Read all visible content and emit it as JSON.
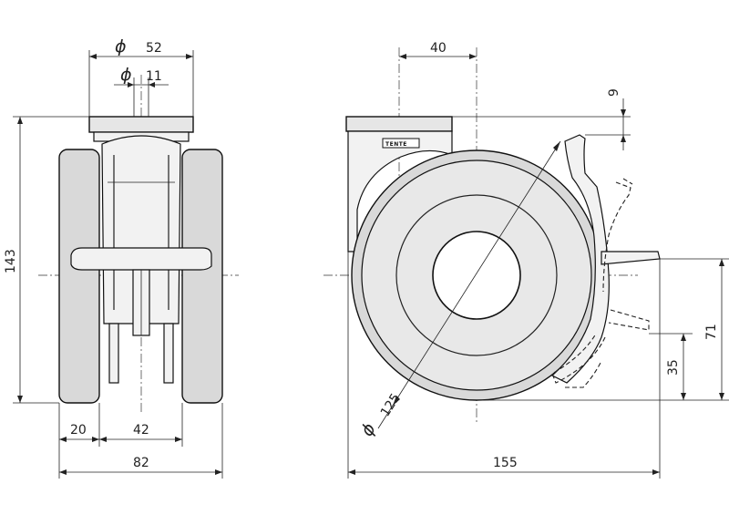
{
  "drawing": {
    "brand_logo": "TENTE",
    "dimensions": {
      "plate_diameter_symbol": "ϕ",
      "plate_diameter": "52",
      "bolt_diameter_symbol": "ϕ",
      "bolt_diameter": "11",
      "overall_height": "143",
      "wheel_width": "20",
      "inner_track": "42",
      "overall_width": "82",
      "offset": "40",
      "plate_thickness": "9",
      "wheel_diameter_symbol": "ϕ",
      "wheel_diameter": "125",
      "overall_length": "155",
      "brake_height_low": "35",
      "brake_height_high": "71"
    }
  }
}
